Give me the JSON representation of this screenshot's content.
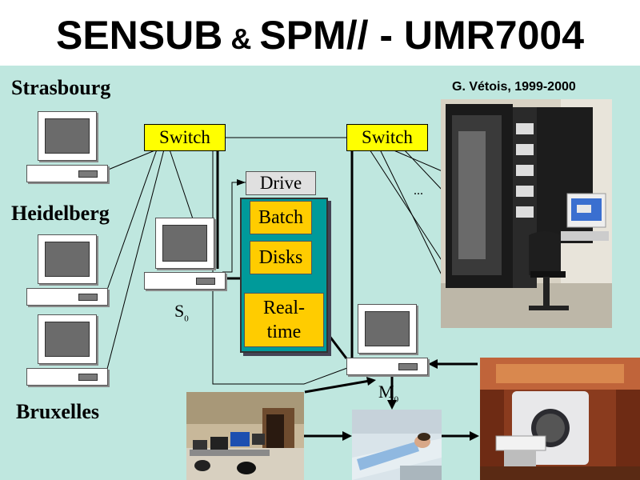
{
  "title": {
    "main": "SENSUB",
    "amp": " & ",
    "rest": "SPM// - UMR7004"
  },
  "credit": "G. Vétois, 1999-2000",
  "sites": {
    "strasbourg": "Strasbourg",
    "heidelberg": "Heidelberg",
    "bruxelles": "Bruxelles"
  },
  "switches": {
    "left": "Switch",
    "right": "Switch"
  },
  "storage": {
    "drive": "Drive",
    "batch": "Batch",
    "disks": "Disks",
    "realtime_1": "Real-",
    "realtime_2": "time"
  },
  "nodes": {
    "s_main": "S",
    "s_sub": "0",
    "m_main": "M",
    "m_sub": "0"
  },
  "ellipsis": "...",
  "colors": {
    "background": "#bfe7df",
    "switch": "#ffff00",
    "storage_box": "#009a9a",
    "storage_items": "#ffcc00",
    "drive": "#e0e0e0"
  },
  "photos": [
    "server-rack-photo",
    "control-room-photo",
    "patient-on-table-photo",
    "mri-scanner-photo"
  ]
}
